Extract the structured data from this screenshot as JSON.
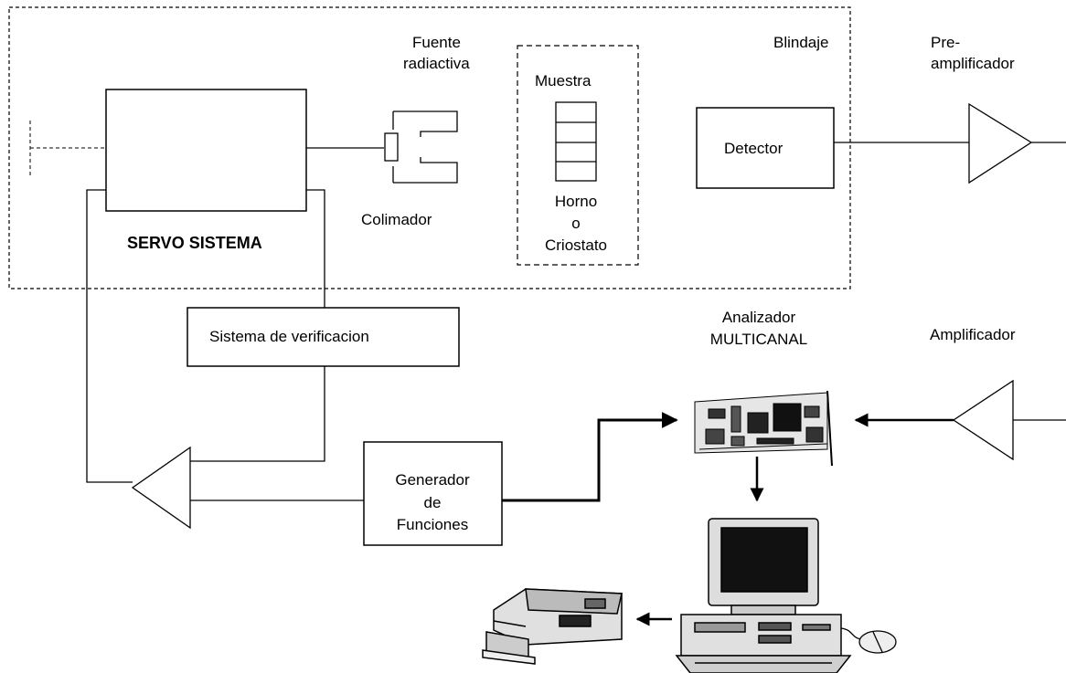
{
  "labels": {
    "fuente": [
      "Fuente",
      "radiactiva"
    ],
    "muestra": "Muestra",
    "blindaje": "Blindaje",
    "preamp": [
      "Pre-",
      "amplificador"
    ],
    "detector": "Detector",
    "horno": [
      "Horno",
      "o",
      "Criostato"
    ],
    "colimador": "Colimador",
    "servo": "SERVO SISTEMA",
    "verificacion": "Sistema de verificacion",
    "analizador": [
      "Analizador",
      "MULTICANAL"
    ],
    "amplificador": "Amplificador",
    "generador": [
      "Generador",
      "de",
      "Funciones"
    ]
  },
  "icons": {
    "multichannel_card": "circuit-board-icon",
    "computer": "desktop-computer-icon",
    "printer": "printer-icon",
    "mouse": "mouse-icon"
  },
  "colors": {
    "ink": "#000000",
    "background": "#ffffff"
  }
}
